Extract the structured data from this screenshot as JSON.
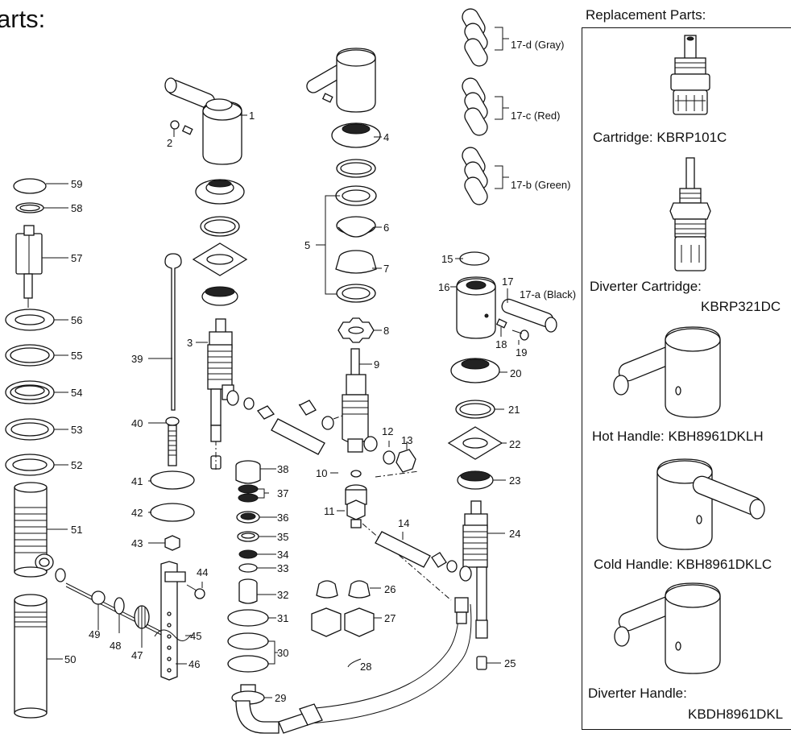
{
  "title": "arts:",
  "replacement": {
    "heading": "Replacement Parts:",
    "cartridge": "Cartridge: KBRP101C",
    "diverter_cartridge_l1": "Diverter Cartridge:",
    "diverter_cartridge_l2": "KBRP321DC",
    "hot_handle": "Hot Handle: KBH8961DKLH",
    "cold_handle": "Cold Handle: KBH8961DKLC",
    "diverter_handle_l1": "Diverter Handle:",
    "diverter_handle_l2": "KBDH8961DKL"
  },
  "labels": {
    "n1": "1",
    "n2": "2",
    "n3": "3",
    "n4": "4",
    "n5": "5",
    "n6": "6",
    "n7": "7",
    "n8": "8",
    "n9": "9",
    "n10": "10",
    "n11": "11",
    "n12": "12",
    "n13": "13",
    "n14": "14",
    "n15": "15",
    "n16": "16",
    "n17": "17",
    "n17a": "17-a (Black)",
    "n17b": "17-b (Green)",
    "n17c": "17-c (Red)",
    "n17d": "17-d (Gray)",
    "n18": "18",
    "n19": "19",
    "n20": "20",
    "n21": "21",
    "n22": "22",
    "n23": "23",
    "n24": "24",
    "n25": "25",
    "n26": "26",
    "n27": "27",
    "n28": "28",
    "n29": "29",
    "n30": "30",
    "n31": "31",
    "n32": "32",
    "n33": "33",
    "n34": "34",
    "n35": "35",
    "n36": "36",
    "n37": "37",
    "n38": "38",
    "n39": "39",
    "n40": "40",
    "n41": "41",
    "n42": "42",
    "n43": "43",
    "n44": "44",
    "n45": "45",
    "n46": "46",
    "n47": "47",
    "n48": "48",
    "n49": "49",
    "n50": "50",
    "n51": "51",
    "n52": "52",
    "n53": "53",
    "n54": "54",
    "n55": "55",
    "n56": "56",
    "n57": "57",
    "n58": "58",
    "n59": "59"
  }
}
